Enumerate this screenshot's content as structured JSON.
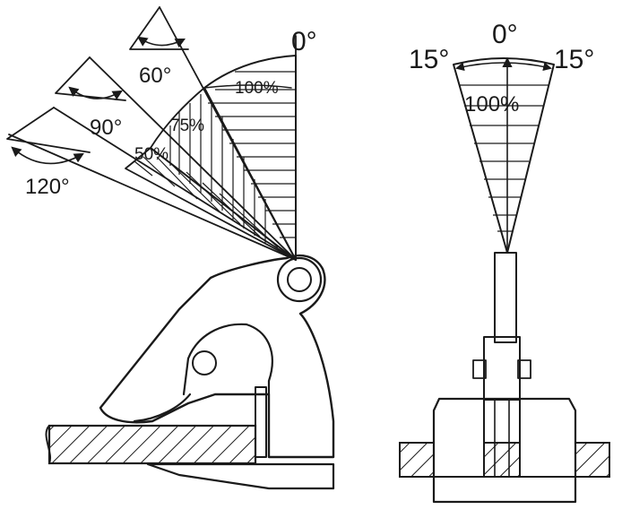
{
  "side_view": {
    "angles": {
      "a0": "0°",
      "a60": "60°",
      "a90": "90°",
      "a120": "120°"
    },
    "capacities": {
      "c100": "100%",
      "c75": "75%",
      "c50": "50%"
    }
  },
  "front_view": {
    "angle_left": "15°",
    "angle_center": "0°",
    "angle_right": "15°",
    "capacity": "100%"
  },
  "colors": {
    "ink": "#1a1a1a",
    "background": "#ffffff"
  }
}
